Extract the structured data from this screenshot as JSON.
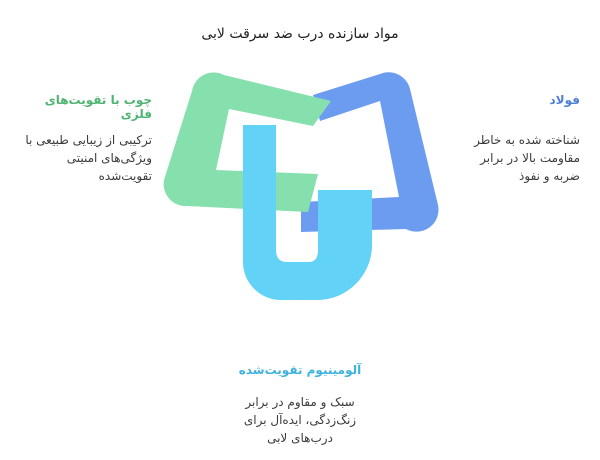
{
  "title": "مواد سازنده درب ضد سرقت لابی",
  "colors": {
    "steel": "#6b9cf0",
    "wood": "#86e0ae",
    "aluminum": "#62d2f7"
  },
  "items": {
    "steel": {
      "heading": "فولاد",
      "description": "شناخته شده به خاطر مقاومت بالا در برابر ضربه و نفوذ"
    },
    "wood": {
      "heading": "چوب با تقویت‌های فلزی",
      "description": "ترکیبی از زیبایی طبیعی با ویژگی‌های امنیتی تقویت‌شده"
    },
    "aluminum": {
      "heading": "آلومینیوم تقویت‌شده",
      "description": "سبک و مقاوم در برابر زنگ‌زدگی، ایده‌آل برای درب‌های لابی"
    }
  }
}
